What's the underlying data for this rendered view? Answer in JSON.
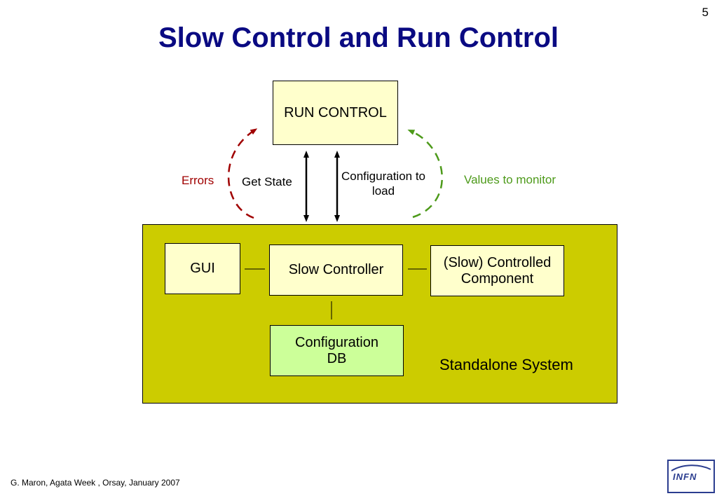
{
  "page_number": "5",
  "title": "Slow Control and Run Control",
  "nodes": {
    "run_control": "RUN CONTROL",
    "gui": "GUI",
    "slow_controller": "Slow Controller",
    "controlled_component": "(Slow) Controlled Component",
    "config_db": "Configuration DB",
    "standalone_system": "Standalone System"
  },
  "edge_labels": {
    "errors": "Errors",
    "get_state": "Get State",
    "config_to_load": "Configuration to load",
    "values_to_monitor": "Values to monitor"
  },
  "colors": {
    "title": "#0a0a82",
    "errors": "#a00000",
    "monitor": "#4d9a1a",
    "system_bg": "#cccc00",
    "box_bg": "#ffffcc",
    "db_bg": "#ccff99"
  },
  "footer": "G. Maron, Agata Week , Orsay, January  2007",
  "logo_text": "INFN"
}
